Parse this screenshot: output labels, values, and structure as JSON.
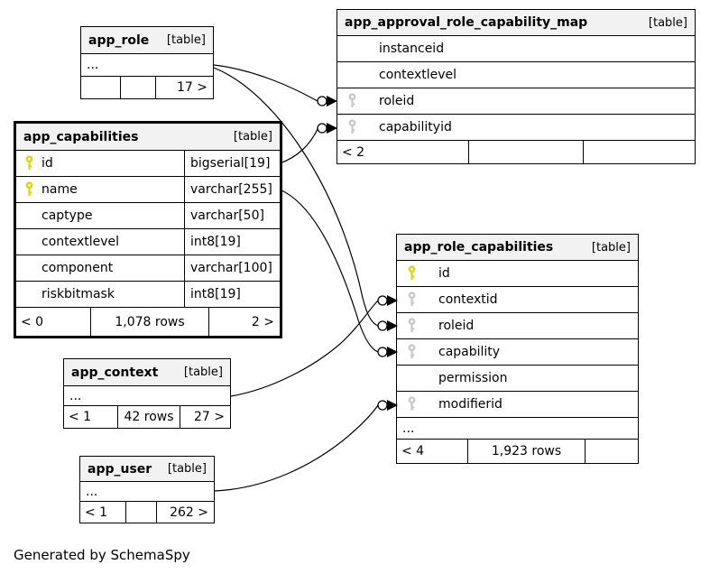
{
  "diagram": {
    "footer_note": "Generated by SchemaSpy"
  },
  "colors": {
    "primary_key": "#d9d900",
    "foreign_key": "#c8c8c8",
    "header_bg": "#f2f2f2",
    "line": "#000000"
  },
  "tables": {
    "app_role": {
      "name": "app_role",
      "tag": "[table]",
      "ellipsis": "...",
      "footer": {
        "left": "",
        "center": "",
        "right": "17 >"
      }
    },
    "app_approval_role_capability_map": {
      "name": "app_approval_role_capability_map",
      "tag": "[table]",
      "columns": [
        {
          "icon": "",
          "name": "instanceid"
        },
        {
          "icon": "",
          "name": "contextlevel"
        },
        {
          "icon": "fk-key",
          "name": "roleid"
        },
        {
          "icon": "fk-key",
          "name": "capabilityid"
        }
      ],
      "footer": {
        "left": "< 2",
        "center": "",
        "right": ""
      }
    },
    "app_capabilities": {
      "name": "app_capabilities",
      "tag": "[table]",
      "columns": [
        {
          "icon": "pk-key",
          "name": "id",
          "type": "bigserial[19]"
        },
        {
          "icon": "pk-key",
          "name": "name",
          "type": "varchar[255]"
        },
        {
          "icon": "",
          "name": "captype",
          "type": "varchar[50]"
        },
        {
          "icon": "",
          "name": "contextlevel",
          "type": "int8[19]"
        },
        {
          "icon": "",
          "name": "component",
          "type": "varchar[100]"
        },
        {
          "icon": "",
          "name": "riskbitmask",
          "type": "int8[19]"
        }
      ],
      "footer": {
        "left": "< 0",
        "center": "1,078 rows",
        "right": "2 >"
      }
    },
    "app_role_capabilities": {
      "name": "app_role_capabilities",
      "tag": "[table]",
      "columns": [
        {
          "icon": "pk-key",
          "name": "id"
        },
        {
          "icon": "fk-key",
          "name": "contextid"
        },
        {
          "icon": "fk-key",
          "name": "roleid"
        },
        {
          "icon": "fk-key",
          "name": "capability"
        },
        {
          "icon": "",
          "name": "permission"
        },
        {
          "icon": "fk-key",
          "name": "modifierid"
        }
      ],
      "ellipsis": "...",
      "footer": {
        "left": "< 4",
        "center": "1,923 rows",
        "right": ""
      }
    },
    "app_context": {
      "name": "app_context",
      "tag": "[table]",
      "ellipsis": "...",
      "footer": {
        "left": "< 1",
        "center": "42 rows",
        "right": "27 >"
      }
    },
    "app_user": {
      "name": "app_user",
      "tag": "[table]",
      "ellipsis": "...",
      "footer": {
        "left": "< 1",
        "center": "",
        "right": "262 >"
      }
    }
  },
  "relationships": [
    {
      "from": "app_role",
      "to": "app_approval_role_capability_map.roleid"
    },
    {
      "from": "app_capabilities.id",
      "to": "app_approval_role_capability_map.capabilityid"
    },
    {
      "from": "app_role",
      "to": "app_role_capabilities.roleid"
    },
    {
      "from": "app_capabilities.name",
      "to": "app_role_capabilities.capability"
    },
    {
      "from": "app_context",
      "to": "app_role_capabilities.contextid"
    },
    {
      "from": "app_user",
      "to": "app_role_capabilities.modifierid"
    }
  ]
}
